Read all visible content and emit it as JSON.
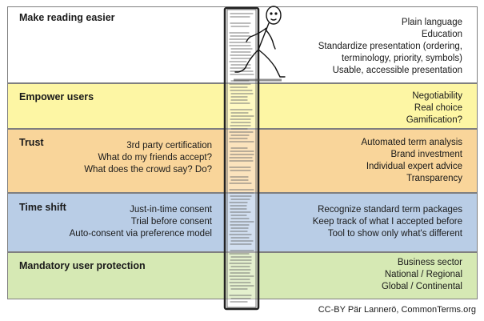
{
  "bands": [
    {
      "title": "Make reading easier",
      "left": [],
      "right": [
        "Plain language",
        "Education",
        "Standardize presentation (ordering,",
        "terminology, priority, symbols)",
        "Usable, accessible presentation"
      ]
    },
    {
      "title": "Empower users",
      "left": [],
      "right": [
        "Negotiability",
        "Real choice",
        "Gamification?"
      ]
    },
    {
      "title": "Trust",
      "left": [
        "3rd party certification",
        "What do my friends accept?",
        "What does the crowd say? Do?"
      ],
      "right": [
        "Automated term analysis",
        "Brand investment",
        "Individual expert advice",
        "Transparency"
      ]
    },
    {
      "title": "Time shift",
      "left": [
        "Just-in-time consent",
        "Trial before consent",
        "Auto-consent via preference model"
      ],
      "right": [
        "Recognize standard term packages",
        "Keep track of what I accepted before",
        "Tool to show only what's different"
      ]
    },
    {
      "title": "Mandatory  user protection",
      "left": [],
      "right": [
        "Business sector",
        "National / Regional",
        "Global / Continental"
      ]
    }
  ],
  "credit": "CC-BY Pär Lannerö, CommonTerms.org"
}
